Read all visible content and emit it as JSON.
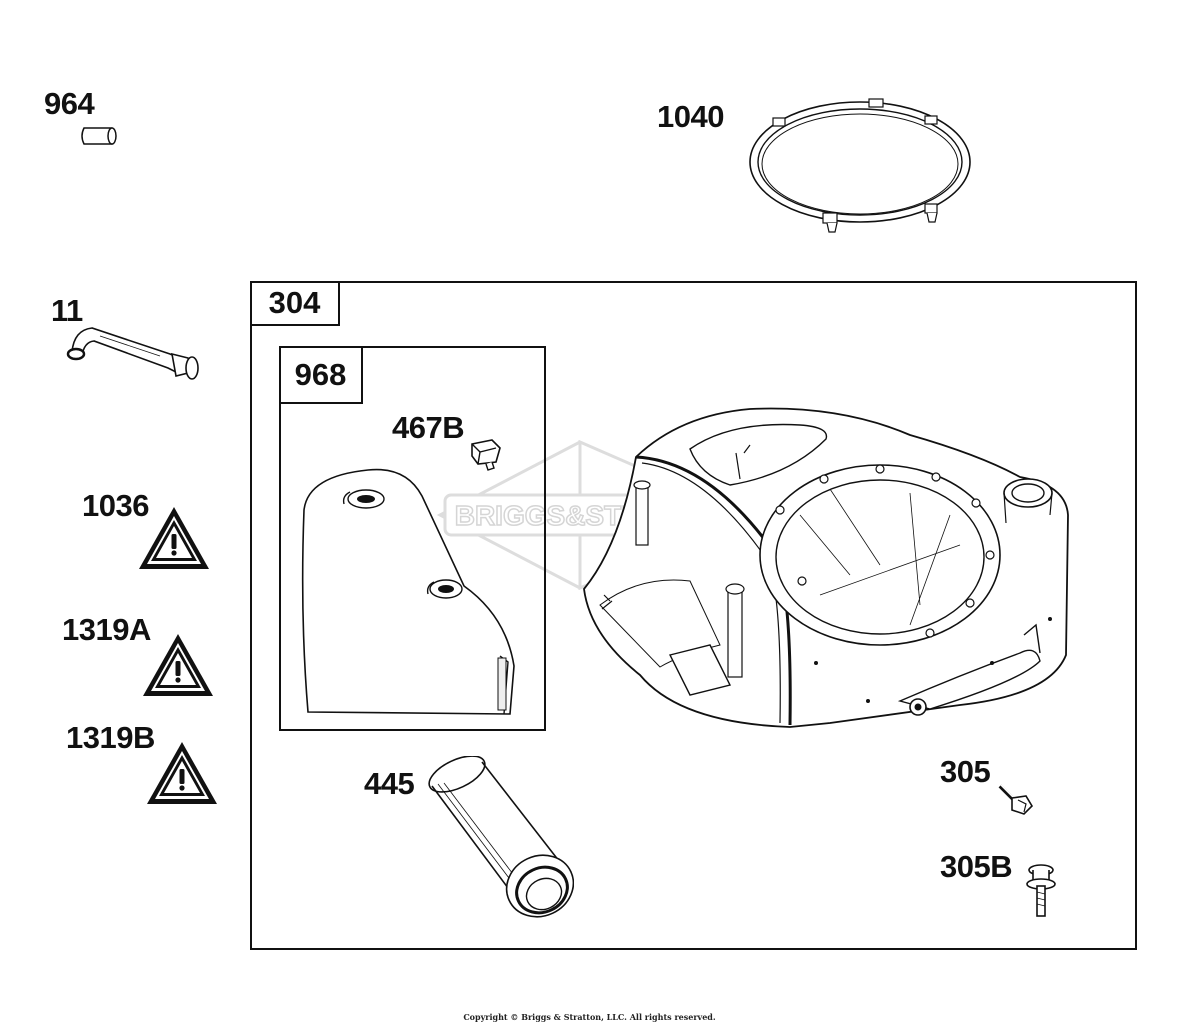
{
  "diagram": {
    "callouts": {
      "p964": "964",
      "p1040": "1040",
      "p11": "11",
      "p1036": "1036",
      "p1319A": "1319A",
      "p1319B": "1319B",
      "p467B": "467B",
      "p445": "445",
      "p305": "305",
      "p305B": "305B"
    },
    "boxes": {
      "outer_label": "304",
      "inner_label": "968"
    },
    "watermark_text": "BRIGGS&STRATTON",
    "copyright": "Copyright © Briggs & Stratton, LLC. All rights reserved.",
    "icons": {
      "warning": "warning-triangle-icon"
    },
    "colors": {
      "line": "#111111",
      "watermark": "#d9d9d9"
    }
  }
}
